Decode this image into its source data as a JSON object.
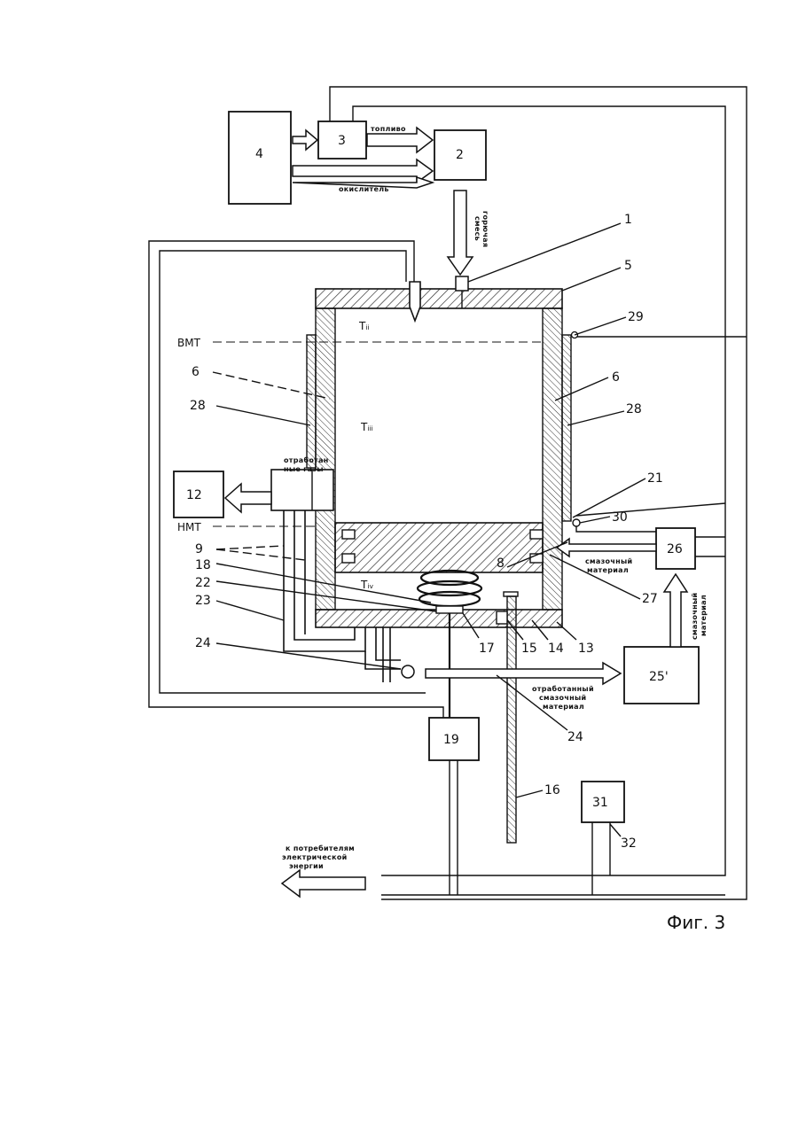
{
  "labels": {
    "fuel": "топливо",
    "oxidizer": "окислитель",
    "mix_line1": "горючая",
    "mix_line2": "смесь",
    "exhaust_line1": "отработан",
    "exhaust_line2": "ные газы",
    "lube_in_line1": "смазочный",
    "lube_in_line2": "материал",
    "lube_vert_line1": "смазочный",
    "lube_vert_line2": "материал",
    "lube_used_line1": "отработанный",
    "lube_used_line2": "смазочный",
    "lube_used_line3": "материал",
    "consumers_line1": "к потребителям",
    "consumers_line2": "электрической",
    "consumers_line3": "энергии",
    "vmt": "ВМТ",
    "nmt": "НМТ",
    "t2": "Tᵢᵢ",
    "t3": "Tᵢᵢᵢ",
    "t4": "Tᵢᵥ",
    "figure": "Фиг. 3"
  },
  "boxes": {
    "b4": "4",
    "b3": "3",
    "b2": "2",
    "b12": "12",
    "b26": "26",
    "b25": "25'",
    "b19": "19",
    "b31": "31"
  },
  "refs": {
    "r1": "1",
    "r5": "5",
    "r29": "29",
    "r6l": "6",
    "r6r": "6",
    "r28l": "28",
    "r28r": "28",
    "r21": "21",
    "r30": "30",
    "r9": "9",
    "r18": "18",
    "r22": "22",
    "r23": "23",
    "r24a": "24",
    "r24b": "24",
    "r8": "8",
    "r17": "17",
    "r15": "15",
    "r14": "14",
    "r13": "13",
    "r27": "27",
    "r16": "16",
    "r32": "32"
  }
}
